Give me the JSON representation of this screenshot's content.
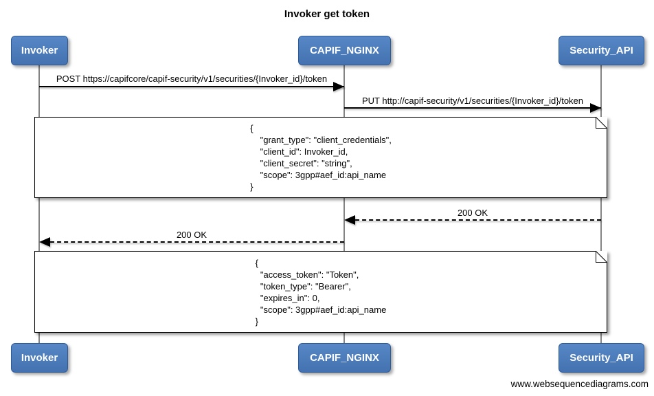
{
  "diagram": {
    "title": "Invoker get token",
    "watermark": "www.websequencediagrams.com"
  },
  "actors": {
    "invoker": "Invoker",
    "capif_nginx": "CAPIF_NGINX",
    "security_api": "Security_API"
  },
  "messages": {
    "post_token": {
      "label": "POST https://capifcore/capif-security/v1/securities/{Invoker_id}/token",
      "from": "Invoker",
      "to": "CAPIF_NGINX",
      "line": "solid"
    },
    "put_token": {
      "label": "PUT http://capif-security/v1/securities/{Invoker_id}/token",
      "from": "CAPIF_NGINX",
      "to": "Security_API",
      "line": "solid"
    },
    "ok_to_nginx": {
      "label": "200 OK",
      "from": "Security_API",
      "to": "CAPIF_NGINX",
      "line": "dashed"
    },
    "ok_to_invoker": {
      "label": "200 OK",
      "from": "CAPIF_NGINX",
      "to": "Invoker",
      "line": "dashed"
    }
  },
  "notes": {
    "token_request_body": "{\n    \"grant_type\": \"client_credentials\",\n    \"client_id\": Invoker_id,\n    \"client_secret\": \"string\",\n    \"scope\": 3gpp#aef_id:api_name\n}",
    "token_response_body": "{\n  \"access_token\": \"Token\",\n  \"token_type\": \"Bearer\",\n  \"expires_in\": 0,\n  \"scope\": 3gpp#aef_id:api_name\n}"
  },
  "colors": {
    "actor_fill_top": "#5787c6",
    "actor_fill_bottom": "#4472b1",
    "actor_border": "#2e5a95",
    "actor_text": "#ffffff",
    "lifeline": "#848484",
    "message_line": "#000000",
    "note_bg": "#ffffff",
    "note_border": "#000000"
  }
}
